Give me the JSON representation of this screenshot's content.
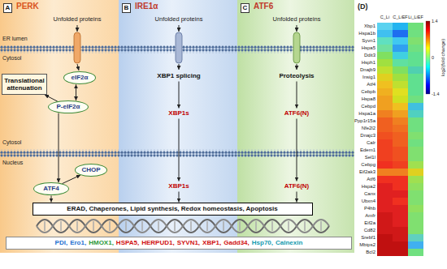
{
  "diagram": {
    "nodes": [
      {
        "text": [
          "PERK",
          "Unfolded proteins"
        ]
      },
      {
        "text": [
          "A"
        ],
        "in": 0
      },
      {
        "text": [
          "eIF2α"
        ],
        "in": 0
      },
      {
        "text": [
          "P-eIF2α"
        ],
        "in": 0
      },
      {
        "text": [
          "Translational attenuation"
        ],
        "in": 0
      },
      {
        "text": [
          "ATF4"
        ],
        "in": 0
      },
      {
        "text": [
          "CHOP"
        ],
        "in": 0
      },
      {
        "text": [
          "IRE1α",
          "Unfolded proteins"
        ]
      },
      {
        "text": [
          "B"
        ],
        "in": 7
      },
      {
        "text": [
          "XBP1 splicing"
        ],
        "in": 7
      },
      {
        "text": [
          "XBP1s"
        ],
        "in": 7
      },
      {
        "text": [
          "XBP1s"
        ],
        "in": 7
      },
      {
        "text": [
          "ATF6",
          "Unfolded proteins"
        ]
      },
      {
        "text": [
          "C"
        ],
        "in": 12
      },
      {
        "text": [
          "Proteolysis"
        ],
        "in": 12
      },
      {
        "text": [
          "ATF6(N)"
        ],
        "in": 12
      },
      {
        "text": [
          "ATF6(N)"
        ],
        "in": 12
      },
      {
        "text": [
          "ERAD, Chaperones, Lipid synthesis, Redox homeostasis, Apoptosis"
        ]
      },
      {
        "text": [
          "PDI,",
          "Ero1,",
          "HMOX1,",
          "HSPA5,",
          "HERPUD1,",
          "SYVN1,",
          "XBP1,",
          "Gadd34,",
          "Hsp70,",
          "Calnexin"
        ]
      }
    ],
    "edges": [
      {
        "from": 2,
        "to": 3,
        "arrow": "both"
      },
      {
        "from": 3,
        "to": 4,
        "arrow": "to"
      },
      {
        "from": 3,
        "to": 5,
        "arrow": "to"
      },
      {
        "from": 5,
        "to": 6,
        "arrow": "to"
      },
      {
        "from": 5,
        "to": 17,
        "arrow": "to"
      },
      {
        "from": 9,
        "to": 10,
        "arrow": "to"
      },
      {
        "from": 10,
        "to": 11,
        "arrow": "to"
      },
      {
        "from": 11,
        "to": 17,
        "arrow": "to"
      },
      {
        "from": 14,
        "to": 15,
        "arrow": "to"
      },
      {
        "from": 15,
        "to": 16,
        "arrow": "to"
      },
      {
        "from": 16,
        "to": 17,
        "arrow": "to"
      }
    ],
    "labels": [
      "ER lumen",
      "Cytosol",
      "Cytosol",
      "Nucleus",
      "(D)",
      "C_Li",
      "C_LiEF",
      "Li_LiEF",
      "Xbp1",
      "Hspa1b",
      "Syvn1",
      "Hspa5",
      "Ddit3",
      "Hsph1",
      "Dnajb9",
      "Insig1",
      "Atf4",
      "Cebpb",
      "Hspa8",
      "Cebpd",
      "Hspa1a",
      "Ppp1r15a",
      "Nfe2l2",
      "Dnajc3",
      "Calr",
      "Edem1",
      "Sel1l",
      "Cebpg",
      "Eif2ak3",
      "Atf6",
      "Hspa2",
      "Canx",
      "Ubxn4",
      "P4hb",
      "Amfr",
      "Eif2a",
      "Cd82",
      "Srebf1",
      "Mbtps2",
      "Bcl2",
      "1.4",
      "0",
      "-1.4",
      "log2(fold change)"
    ]
  }
}
